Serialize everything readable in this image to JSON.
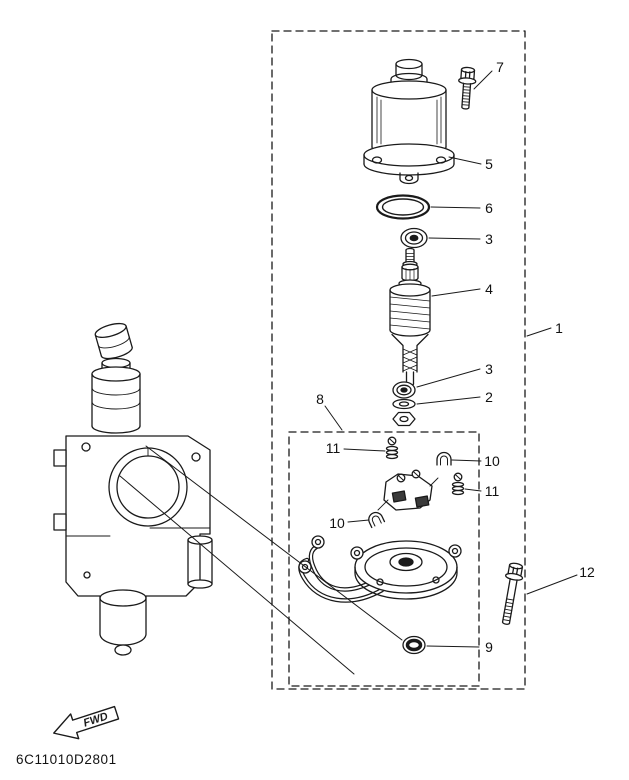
{
  "page": {
    "background": "#ffffff",
    "line_color": "#1a1a1a",
    "part_code": "6C11010D2801",
    "fwd_label": "FWD"
  },
  "callouts": [
    {
      "id": "7"
    },
    {
      "id": "5"
    },
    {
      "id": "6"
    },
    {
      "id": "3"
    },
    {
      "id": "4"
    },
    {
      "id": "1"
    },
    {
      "id": "3"
    },
    {
      "id": "2"
    },
    {
      "id": "8"
    },
    {
      "id": "11"
    },
    {
      "id": "10"
    },
    {
      "id": "11"
    },
    {
      "id": "10"
    },
    {
      "id": "12"
    },
    {
      "id": "9"
    }
  ]
}
